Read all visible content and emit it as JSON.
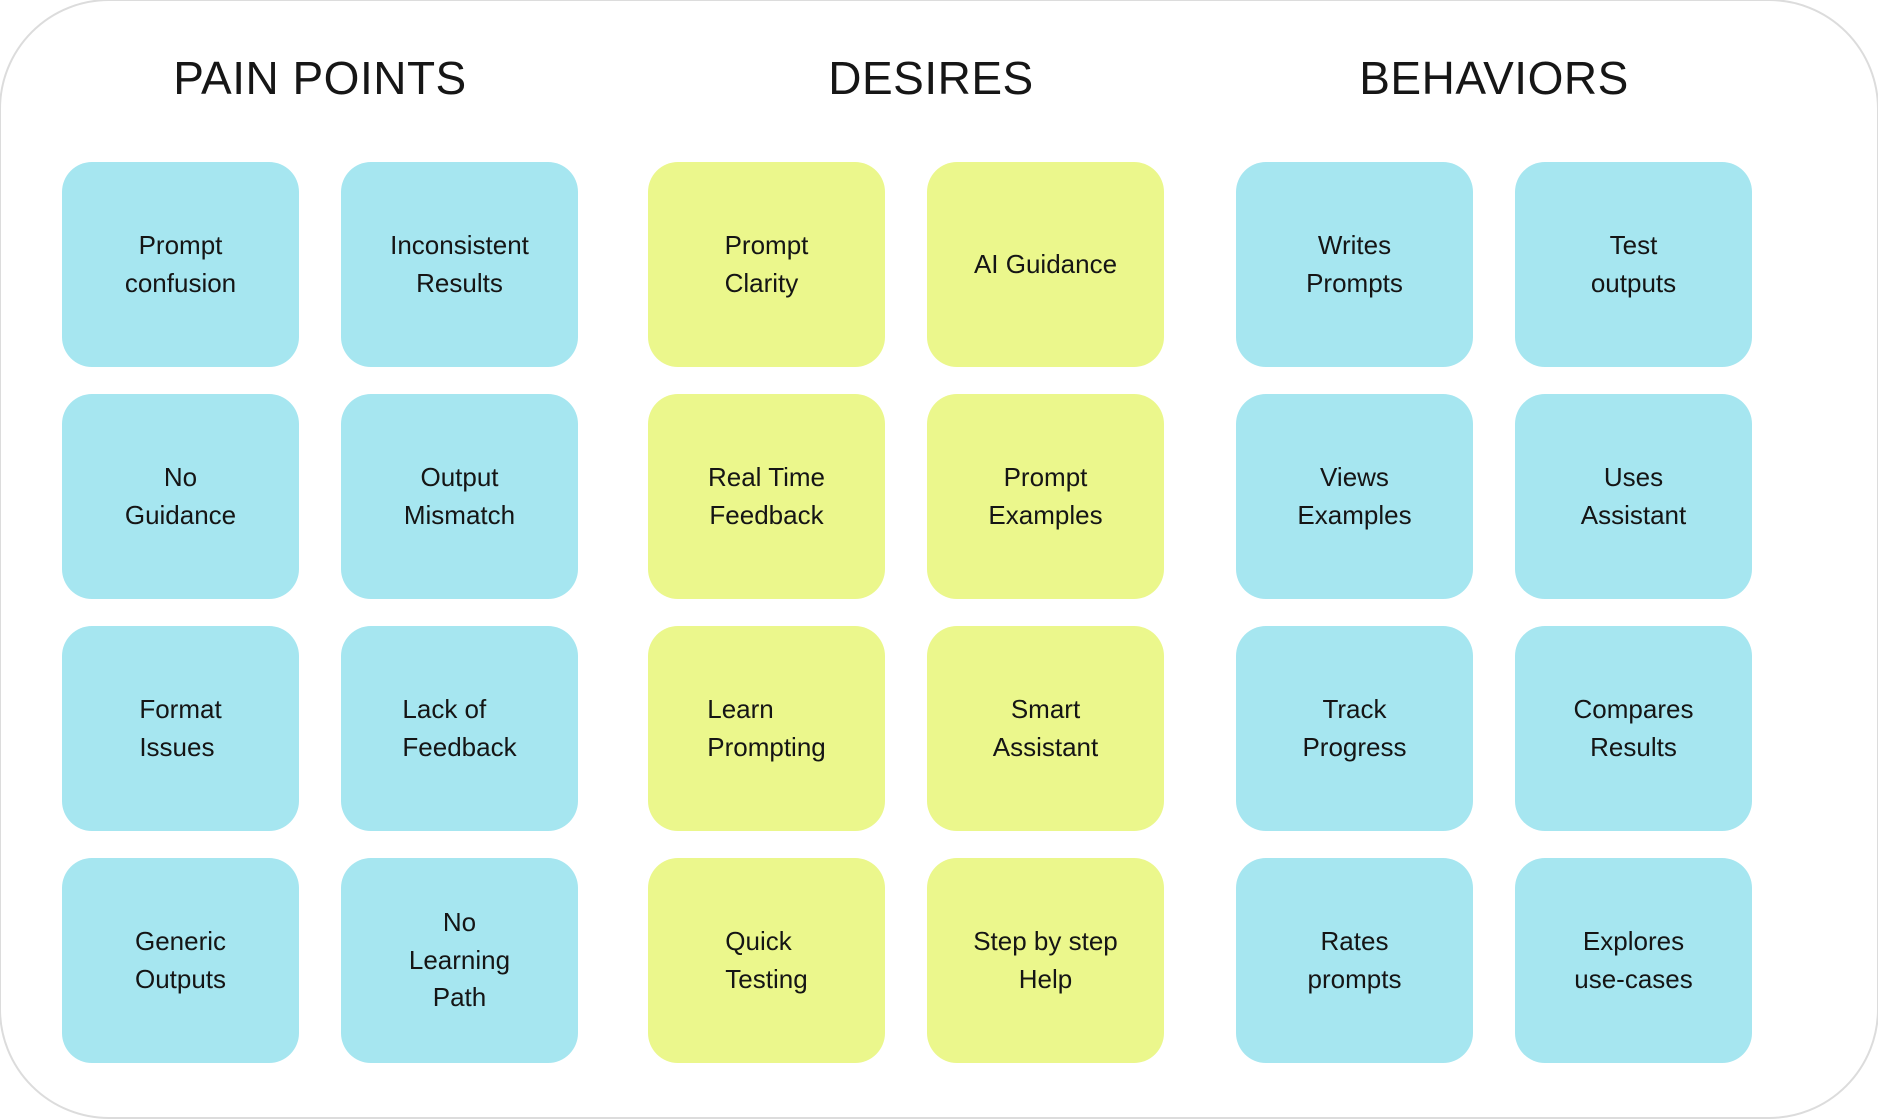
{
  "board": {
    "background": "#ffffff",
    "corner_line_color": "#dcdcdc",
    "text_color": "#151515"
  },
  "columns": [
    {
      "id": "pain-points",
      "title": "PAIN POINTS",
      "note_color": "#a6e6f0",
      "cards": [
        {
          "text": "Prompt\nconfusion",
          "align": "center"
        },
        {
          "text": "Inconsistent\nResults",
          "align": "center"
        },
        {
          "text": "No\nGuidance",
          "align": "center"
        },
        {
          "text": "Output\nMismatch",
          "align": "center"
        },
        {
          "text": "Format\nIssues",
          "align": "left"
        },
        {
          "text": "Lack of\nFeedback",
          "align": "left"
        },
        {
          "text": "Generic\nOutputs",
          "align": "left"
        },
        {
          "text": "No\nLearning\nPath",
          "align": "center"
        }
      ]
    },
    {
      "id": "desires",
      "title": "DESIRES",
      "note_color": "#ebf78c",
      "cards": [
        {
          "text": "Prompt\nClarity",
          "align": "left"
        },
        {
          "text": "AI Guidance",
          "align": "center"
        },
        {
          "text": "Real Time\nFeedback",
          "align": "center"
        },
        {
          "text": "Prompt\nExamples",
          "align": "center"
        },
        {
          "text": "Learn\nPrompting",
          "align": "left"
        },
        {
          "text": "Smart\nAssistant",
          "align": "center"
        },
        {
          "text": "Quick\nTesting",
          "align": "left"
        },
        {
          "text": "Step by step\nHelp",
          "align": "center"
        }
      ]
    },
    {
      "id": "behaviors",
      "title": "BEHAVIORS",
      "note_color": "#a6e6f0",
      "cards": [
        {
          "text": "Writes\nPrompts",
          "align": "center"
        },
        {
          "text": "Test\noutputs",
          "align": "center"
        },
        {
          "text": "Views\nExamples",
          "align": "center"
        },
        {
          "text": "Uses\nAssistant",
          "align": "center"
        },
        {
          "text": "Track\nProgress",
          "align": "center"
        },
        {
          "text": "Compares\nResults",
          "align": "center"
        },
        {
          "text": "Rates\nprompts",
          "align": "center"
        },
        {
          "text": "Explores\nuse-cases",
          "align": "center"
        }
      ]
    }
  ]
}
